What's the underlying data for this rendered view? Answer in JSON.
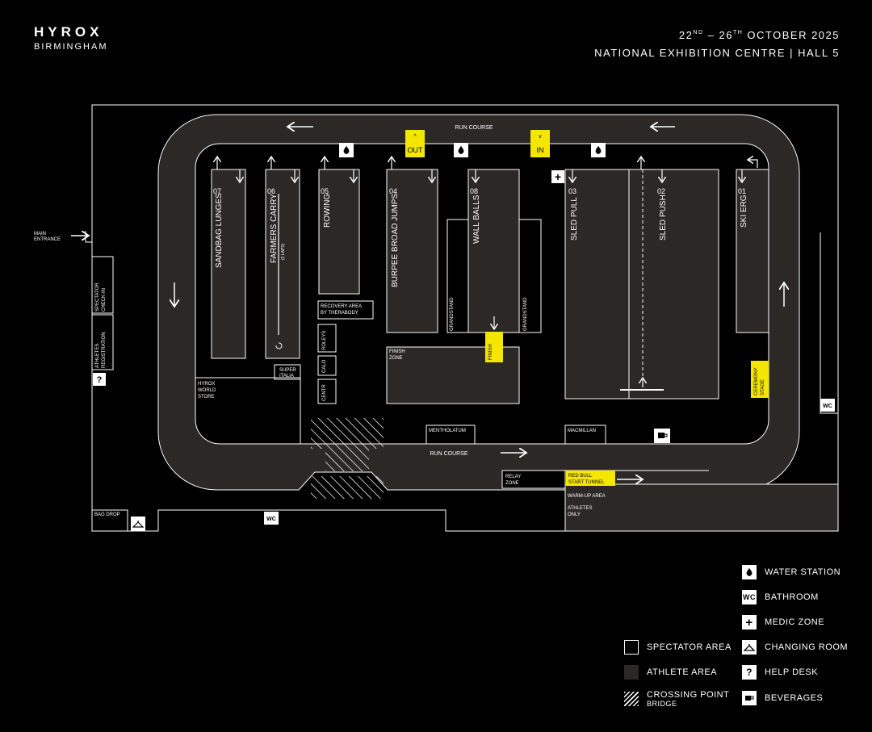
{
  "header": {
    "brand": "HYROX",
    "city": "BIRMINGHAM",
    "dates": {
      "d1": "22",
      "s1": "ND",
      "sep": " – ",
      "d2": "26",
      "s2": "TH",
      "rest": " OCTOBER 2025"
    },
    "venue": "NATIONAL EXHIBITION CENTRE | HALL 5"
  },
  "map": {
    "run_course_top": "RUN COURSE",
    "run_course_bottom": "RUN COURSE",
    "out_label": "OUT",
    "in_label": "IN",
    "main_entrance": [
      "MAIN",
      "ENTRANCE"
    ],
    "spectator_checkin": [
      "SPECTATOR",
      "CHECK-IN"
    ],
    "athletes_registration": [
      "ATHLETES",
      "REGISTRATION"
    ],
    "stations": [
      {
        "num": "07",
        "name": "SANDBAG LUNGES"
      },
      {
        "num": "06",
        "name": "FARMERS CARRY",
        "note": "(2 LAPS)"
      },
      {
        "num": "05",
        "name": "ROWING"
      },
      {
        "num": "04",
        "name": "BURPEE BROAD JUMPS"
      },
      {
        "num": "08",
        "name": "WALL BALLS"
      },
      {
        "num": "03",
        "name": "SLED PULL"
      },
      {
        "num": "02",
        "name": "SLED PUSH"
      },
      {
        "num": "01",
        "name": "SKI ERG"
      }
    ],
    "recovery_area": [
      "RECOVERY AREA",
      "BY THERABODY"
    ],
    "roleys": "ROLEYS",
    "calo": "CALO",
    "centr": "CENTR",
    "super_italia": [
      "SUPER",
      "ITALIA"
    ],
    "world_store": [
      "HYROX",
      "WORLD",
      "STORE"
    ],
    "grandstand_left": "GRANDSTAND",
    "grandstand_right": "GRANDSTAND",
    "finish": "FINISH",
    "finish_zone": [
      "FINISH",
      "ZONE"
    ],
    "ceremony_stage": [
      "CEREMONY",
      "STAGE"
    ],
    "mentholatum": "MENTHOLATUM",
    "macmillan": "MACMILLAN",
    "relay_zone": [
      "RELAY",
      "ZONE"
    ],
    "start_tunnel": [
      "RED BULL",
      "START TUNNEL"
    ],
    "warmup": "WARM-UP AREA",
    "athletes_only": [
      "ATHLETES",
      "ONLY"
    ],
    "bag_drop": "BAG DROP",
    "wc": "WC",
    "help": "?",
    "medic": "+"
  },
  "legend": {
    "items_left": [
      {
        "label": "SPECTATOR AREA",
        "icon": "spectator-area-swatch"
      },
      {
        "label": "ATHLETE AREA",
        "icon": "athlete-area-swatch"
      },
      {
        "label": "CROSSING POINT",
        "sub": "BRIDGE",
        "icon": "crossing-point-swatch"
      }
    ],
    "items_right": [
      {
        "label": "WATER STATION",
        "icon": "water-drop-icon"
      },
      {
        "label": "BATHROOM",
        "icon": "wc-icon",
        "glyph": "WC"
      },
      {
        "label": "MEDIC ZONE",
        "icon": "medic-cross-icon",
        "glyph": "+"
      },
      {
        "label": "CHANGING ROOM",
        "icon": "hanger-icon"
      },
      {
        "label": "HELP DESK",
        "icon": "help-icon",
        "glyph": "?"
      },
      {
        "label": "BEVERAGES",
        "icon": "cup-icon"
      }
    ]
  },
  "colors": {
    "background": "#000000",
    "athlete_area": "#2b2826",
    "highlight": "#f5e600",
    "line": "#ffffff"
  }
}
